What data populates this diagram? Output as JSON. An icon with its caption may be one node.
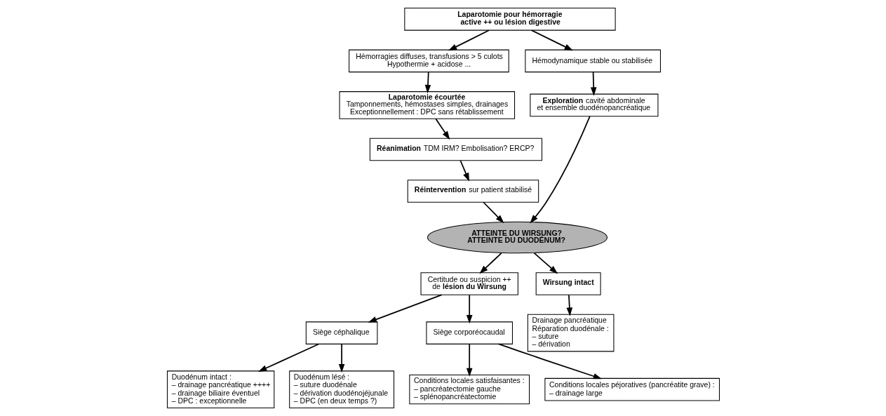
{
  "diagram": {
    "nodes": [
      {
        "text": [
          "Laparotomie pour hémorragie active ++ ou lésion digestive"
        ]
      },
      {
        "text": [
          "Hémorragies diffuses, transfusions > 5 culots",
          "Hypothermie + acidose ..."
        ]
      },
      {
        "text": [
          "Hémodynamique stable ou stabilisée"
        ]
      },
      {
        "text": [
          "Laparotomie écourtée",
          "Tamponnements, hémostases simples, drainages",
          "Exceptionnellement : DPC sans rétablissement"
        ]
      },
      {
        "text": [
          "**Exploration** cavité abdominale et ensemble duodénopancréatique"
        ]
      },
      {
        "text": [
          "**Réanimation** TDM IRM? Embolisation? ERCP?"
        ]
      },
      {
        "text": [
          "**Réintervention** sur patient stabilisé"
        ]
      },
      {
        "text": [
          "ATTEINTE DU WIRSUNG? ATTEINTE DU DUODÉNUM?"
        ]
      },
      {
        "text": [
          "Certitude ou suspicion ++ de **lésion du Wirsung**"
        ]
      },
      {
        "text": [
          "Wirsung intact"
        ]
      },
      {
        "text": [
          "Siège céphalique"
        ]
      },
      {
        "text": [
          "Siège corporéocaudal"
        ]
      },
      {
        "text": [
          "Drainage pancréatique",
          "Réparation duodénale :",
          "– suture",
          "– dérivation"
        ]
      },
      {
        "text": [
          "Duodénum intact :",
          "– drainage pancréatique ++++",
          "– drainage biliaire éventuel",
          "– DPC : exceptionnelle"
        ]
      },
      {
        "text": [
          "Duodénum lésé :",
          "– suture duodénale",
          "– dérivation duodénojéjunale",
          "– DPC (en deux temps ?)"
        ]
      },
      {
        "text": [
          "Conditions locales satisfaisantes :",
          "– pancréatectomie gauche",
          "– splénopancréatectomie"
        ]
      },
      {
        "text": [
          "Conditions locales péjoratives (pancréatite grave) :",
          "– drainage large"
        ]
      }
    ],
    "edges": [
      {
        "from": 0,
        "to": 1,
        "arrow": "to"
      },
      {
        "from": 0,
        "to": 2,
        "arrow": "to"
      },
      {
        "from": 1,
        "to": 3,
        "arrow": "to"
      },
      {
        "from": 2,
        "to": 4,
        "arrow": "to"
      },
      {
        "from": 3,
        "to": 5,
        "arrow": "to"
      },
      {
        "from": 4,
        "to": 7,
        "arrow": "to"
      },
      {
        "from": 5,
        "to": 6,
        "arrow": "to"
      },
      {
        "from": 6,
        "to": 7,
        "arrow": "to"
      },
      {
        "from": 7,
        "to": 8,
        "arrow": "to"
      },
      {
        "from": 7,
        "to": 9,
        "arrow": "to"
      },
      {
        "from": 8,
        "to": 10,
        "arrow": "to"
      },
      {
        "from": 8,
        "to": 11,
        "arrow": "to"
      },
      {
        "from": 9,
        "to": 12,
        "arrow": "to"
      },
      {
        "from": 10,
        "to": 13,
        "arrow": "to"
      },
      {
        "from": 10,
        "to": 14,
        "arrow": "to"
      },
      {
        "from": 11,
        "to": 15,
        "arrow": "to"
      },
      {
        "from": 11,
        "to": 16,
        "arrow": "to"
      }
    ]
  }
}
